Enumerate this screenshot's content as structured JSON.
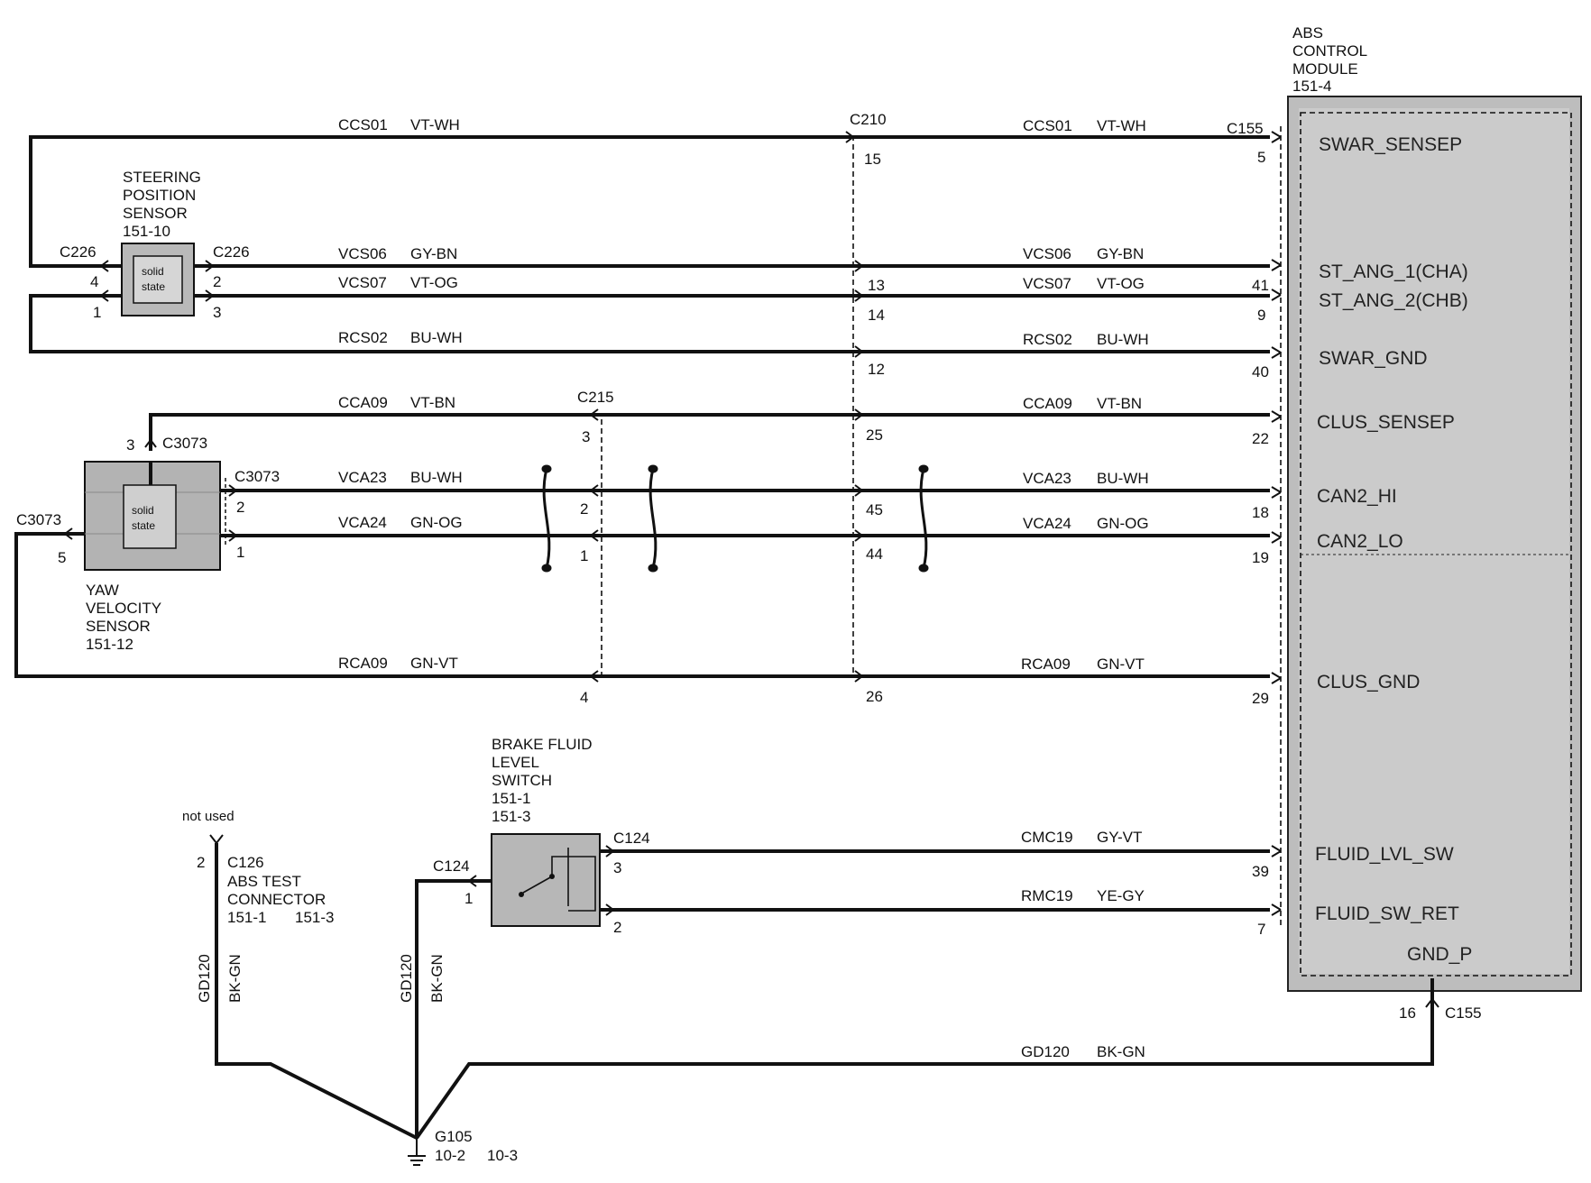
{
  "module": {
    "title_lines": [
      "ABS",
      "CONTROL",
      "MODULE",
      "151-4"
    ],
    "connector": "C155",
    "colors": {
      "fill": "#bdbdbd",
      "shade": "#d7d7d7",
      "border": "#222222"
    },
    "pins": [
      {
        "name": "SWAR_SENSEP",
        "pin": "5"
      },
      {
        "name": "ST_ANG_1(CHA)",
        "pin": "41"
      },
      {
        "name": "ST_ANG_2(CHB)",
        "pin": "9"
      },
      {
        "name": "SWAR_GND",
        "pin": "40"
      },
      {
        "name": "CLUS_SENSEP",
        "pin": "22"
      },
      {
        "name": "CAN2_HI",
        "pin": "18"
      },
      {
        "name": "CAN2_LO",
        "pin": "19"
      },
      {
        "name": "CLUS_GND",
        "pin": "29"
      },
      {
        "name": "FLUID_LVL_SW",
        "pin": "39"
      },
      {
        "name": "FLUID_SW_RET",
        "pin": "7"
      }
    ],
    "gnd_name": "GND_P",
    "gnd_pin": "16",
    "gnd_connector": "C155"
  },
  "steering_sensor": {
    "title_lines": [
      "STEERING",
      "POSITION",
      "SENSOR",
      "151-10"
    ],
    "inner_label_lines": [
      "solid",
      "state"
    ],
    "left_connector": "C226",
    "right_connector": "C226",
    "pins_left": [
      "4",
      "1"
    ],
    "pins_right": [
      "2",
      "3"
    ]
  },
  "yaw_sensor": {
    "title_lines": [
      "YAW",
      "VELOCITY",
      "SENSOR",
      "151-12"
    ],
    "inner_label_lines": [
      "solid",
      "state"
    ],
    "top_connector": "C3073",
    "top_pin": "3",
    "right_connector": "C3073",
    "right_pins": [
      "2",
      "1"
    ],
    "left_connector": "C3073",
    "left_pin": "5"
  },
  "brake_switch": {
    "title_lines": [
      "BRAKE FLUID",
      "LEVEL",
      "SWITCH",
      "151-1",
      "151-3"
    ],
    "left_connector": "C124",
    "left_pin": "1",
    "right_connector": "C124",
    "right_pins": [
      "3",
      "2"
    ]
  },
  "test_connector": {
    "note": "not used",
    "pin": "2",
    "connector": "C126",
    "title_lines": [
      "ABS TEST",
      "CONNECTOR",
      "151-1"
    ],
    "ref2": "151-3"
  },
  "ground": {
    "id": "G105",
    "refs": [
      "10-2",
      "10-3"
    ],
    "wire_code": "GD120",
    "wire_color": "BK-GN"
  },
  "inline_connectors": {
    "c210": {
      "name": "C210",
      "pins": [
        "15",
        "13",
        "14",
        "12",
        "25",
        "45",
        "44",
        "26"
      ]
    },
    "c215": {
      "name": "C215",
      "pins": [
        "3",
        "2",
        "1",
        "4"
      ]
    }
  },
  "wires": [
    {
      "left_code": "CCS01",
      "left_color": "VT-WH",
      "right_code": "CCS01",
      "right_color": "VT-WH"
    },
    {
      "left_code": "VCS06",
      "left_color": "GY-BN",
      "right_code": "VCS06",
      "right_color": "GY-BN"
    },
    {
      "left_code": "VCS07",
      "left_color": "VT-OG",
      "right_code": "VCS07",
      "right_color": "VT-OG"
    },
    {
      "left_code": "RCS02",
      "left_color": "BU-WH",
      "right_code": "RCS02",
      "right_color": "BU-WH"
    },
    {
      "left_code": "CCA09",
      "left_color": "VT-BN",
      "right_code": "CCA09",
      "right_color": "VT-BN"
    },
    {
      "left_code": "VCA23",
      "left_color": "BU-WH",
      "right_code": "VCA23",
      "right_color": "BU-WH"
    },
    {
      "left_code": "VCA24",
      "left_color": "GN-OG",
      "right_code": "VCA24",
      "right_color": "GN-OG"
    },
    {
      "left_code": "RCA09",
      "left_color": "GN-VT",
      "right_code": "RCA09",
      "right_color": "GN-VT"
    },
    {
      "right_code": "CMC19",
      "right_color": "GY-VT"
    },
    {
      "right_code": "RMC19",
      "right_color": "YE-GY"
    },
    {
      "right_code": "GD120",
      "right_color": "BK-GN"
    }
  ]
}
